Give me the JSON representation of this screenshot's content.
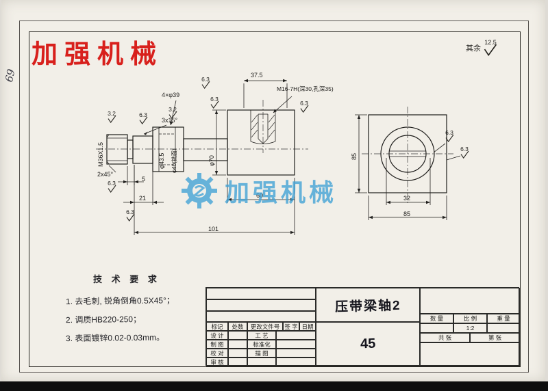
{
  "colors": {
    "logo_red": "#d8201c",
    "watermark_blue": "#3fa1d6"
  },
  "logo_text": "加强机械",
  "watermark_text": "加强机械",
  "margin_note": "69",
  "general_roughness": {
    "label": "其余",
    "value": "12.5"
  },
  "rough": {
    "r63": "6.3",
    "r32": "3.2"
  },
  "dims": {
    "len_375": "37.5",
    "tap_note": "M16-7H(深30,孔深35)",
    "holes": "4×φ39",
    "chamfer_315": "3x15°",
    "thread": "M36X1.5",
    "dia_435": "φ43.5",
    "dia_40": "φ40(铣面)",
    "dia_70": "φ70",
    "chamfer_245": "2x45°",
    "len_5": "5",
    "len_21": "21",
    "len_101": "101",
    "len_60": "60",
    "h_85": "85",
    "len_32": "32",
    "w_85": "85"
  },
  "tech": {
    "title": "技 术 要 求",
    "items": [
      "1. 去毛刺, 锐角倒角0.5X45°；",
      "2. 调质HB220-250；",
      "3. 表面镀锌0.02-0.03mm。"
    ]
  },
  "titleblock": {
    "part_name": "压带梁轴2",
    "material": "45",
    "header": [
      "标记",
      "处数",
      "更改文件号",
      "签 字",
      "日期"
    ],
    "left_rows": [
      "设 计",
      "制 图",
      "校 对",
      "审 核"
    ],
    "mid_rows": [
      "工 艺",
      "标准化",
      "描 图"
    ],
    "qty_label": "数 量",
    "scale_label": "比 例",
    "weight_label": "重 量",
    "scale_value": "1:2",
    "sheet_total": "共  张",
    "sheet_no": "第  张"
  }
}
